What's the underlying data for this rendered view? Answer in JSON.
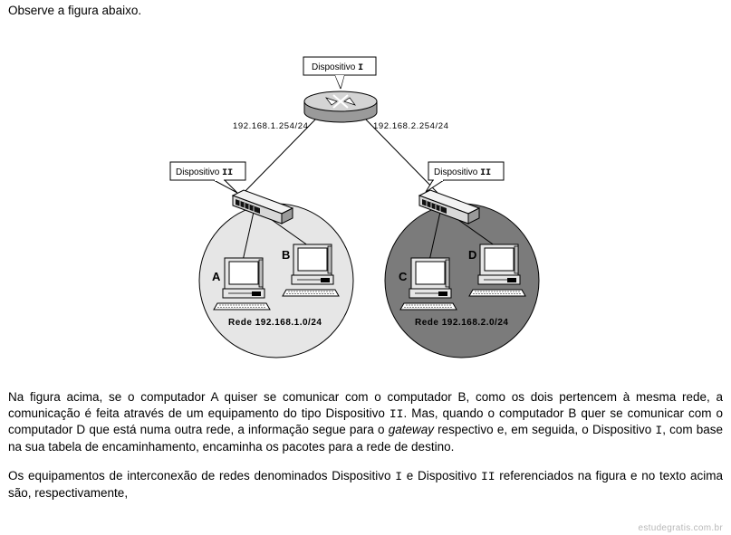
{
  "intro": "Observe a figura abaixo.",
  "diagram": {
    "router_label_prefix": "Dispositivo ",
    "router_label_roman": "I",
    "switch_label_prefix": "Dispositivo ",
    "switch_label_roman": "II",
    "ip_left": "192.168.1.254/24",
    "ip_right": "192.168.2.254/24",
    "computers": [
      "A",
      "B",
      "C",
      "D"
    ],
    "network_left": "Rede 192.168.1.0/24",
    "network_right": "Rede 192.168.2.0/24"
  },
  "paragraph1": {
    "t1": "Na figura acima, se o computador A quiser se comunicar com o computador B, como os dois pertencem à mesma rede, a comunicação é feita através de um equipamento do tipo Dispositivo ",
    "c1": "II",
    "t2": ". Mas, quando o computador B quer se comunicar com o computador D que está numa outra rede, a informação segue para o ",
    "em": "gateway",
    "t3": " respectivo e, em seguida, o Dispositivo ",
    "c2": "I",
    "t4": ", com base na sua tabela de encaminhamento, encaminha os pacotes para a rede de destino."
  },
  "paragraph2": {
    "t1": "Os equipamentos de interconexão de redes denominados Dispositivo ",
    "c1": "I",
    "t2": " e Dispositivo ",
    "c2": "II",
    "t3": " referenciados na figura e no texto acima são, respectivamente,"
  },
  "watermark": "estudegratis.com.br"
}
